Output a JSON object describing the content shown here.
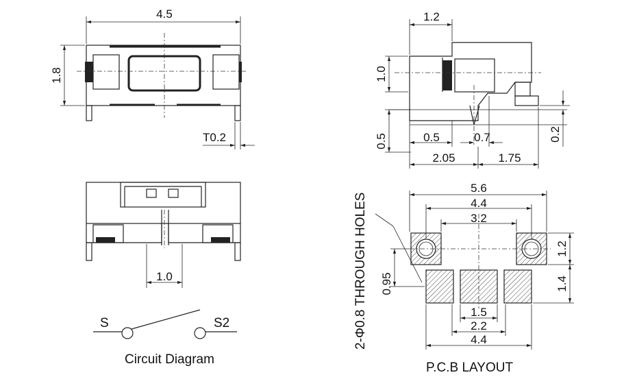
{
  "top_view": {
    "width": "4.5",
    "height": "1.8",
    "terminal_thickness": "T0.2"
  },
  "side_view": {
    "body_width": "1.2",
    "body_height": "1.0",
    "lower_height": "0.5",
    "offset_a": "0.5",
    "offset_b": "0.7",
    "pin_height": "0.2",
    "pos_a": "2.05",
    "pos_b": "1.75"
  },
  "front_view": {
    "pitch": "1.0"
  },
  "circuit": {
    "title": "Circuit Diagram",
    "terminal_1": "S",
    "terminal_2": "S2"
  },
  "pcb": {
    "title": "P.C.B LAYOUT",
    "holes_note": "2-Φ0.8 THROUGH HOLES",
    "outer_width": "5.6",
    "hole_pitch": "4.4",
    "inner_width": "3.2",
    "hole_row_height": "1.2",
    "pad_height": "1.4",
    "vertical_offset": "0.95",
    "pad_inner": "1.5",
    "pad_mid": "2.2",
    "pad_outer": "4.4"
  }
}
